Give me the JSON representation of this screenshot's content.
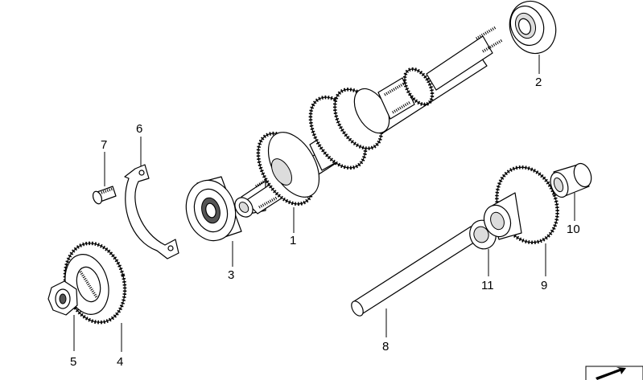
{
  "callouts": [
    {
      "id": "1",
      "label": "1"
    },
    {
      "id": "2",
      "label": "2"
    },
    {
      "id": "3",
      "label": "3"
    },
    {
      "id": "4",
      "label": "4"
    },
    {
      "id": "5",
      "label": "5"
    },
    {
      "id": "6",
      "label": "6"
    },
    {
      "id": "7",
      "label": "7"
    },
    {
      "id": "8",
      "label": "8"
    },
    {
      "id": "9",
      "label": "9"
    },
    {
      "id": "10",
      "label": "10"
    },
    {
      "id": "11",
      "label": "11"
    }
  ],
  "corner_icon": "arrow-badge-icon"
}
